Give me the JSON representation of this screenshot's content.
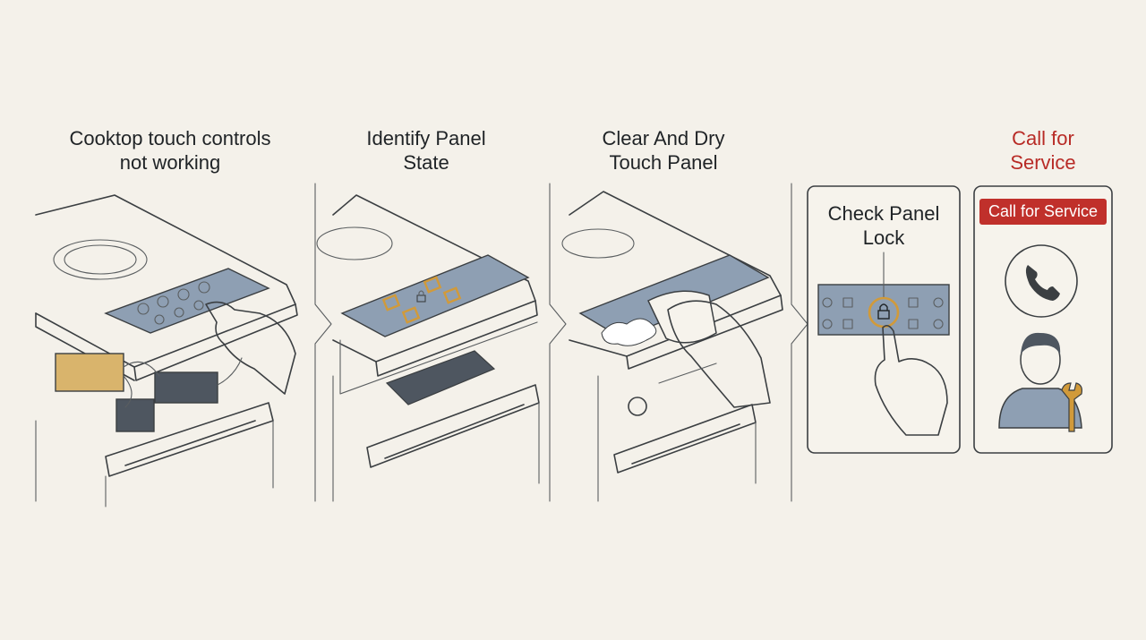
{
  "steps": [
    {
      "title": "Cooktop touch controls\nnot working"
    },
    {
      "title": "Identify Panel\nState"
    },
    {
      "title": "Clear And Dry\nTouch Panel"
    },
    {
      "title": "Check Panel\nLock"
    },
    {
      "title": "Call for\nService",
      "badge": "Call for Service"
    }
  ],
  "colors": {
    "background": "#f4f1ea",
    "panel": "#8e9fb3",
    "highlight": "#d19a3a",
    "accent_red": "#c0302b"
  }
}
